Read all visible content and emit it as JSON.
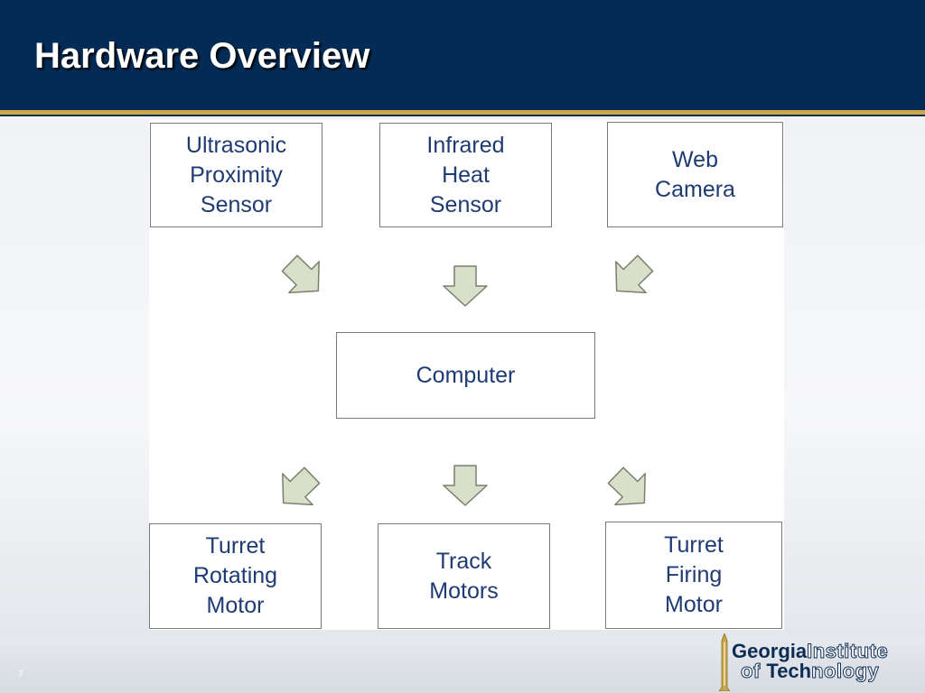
{
  "slide": {
    "title": "Hardware Overview",
    "page_number": "7"
  },
  "colors": {
    "header_bg": "#032b55",
    "accent_gold": "#c9a84c",
    "node_text": "#1f3b73",
    "arrow_fill": "#d9e0c9"
  },
  "diagram": {
    "inputs": [
      {
        "label": "Ultrasonic\nProximity\nSensor"
      },
      {
        "label": "Infrared\nHeat\nSensor"
      },
      {
        "label": "Web\nCamera"
      }
    ],
    "center": {
      "label": "Computer"
    },
    "outputs": [
      {
        "label": "Turret\nRotating\nMotor"
      },
      {
        "label": "Track\nMotors"
      },
      {
        "label": "Turret\nFiring\nMotor"
      }
    ]
  },
  "logo": {
    "line1_bold": "Georgia",
    "line1_outline": "Institute",
    "line2_outline_a": "of ",
    "line2_bold": "Tech",
    "line2_outline_b": "nology"
  }
}
